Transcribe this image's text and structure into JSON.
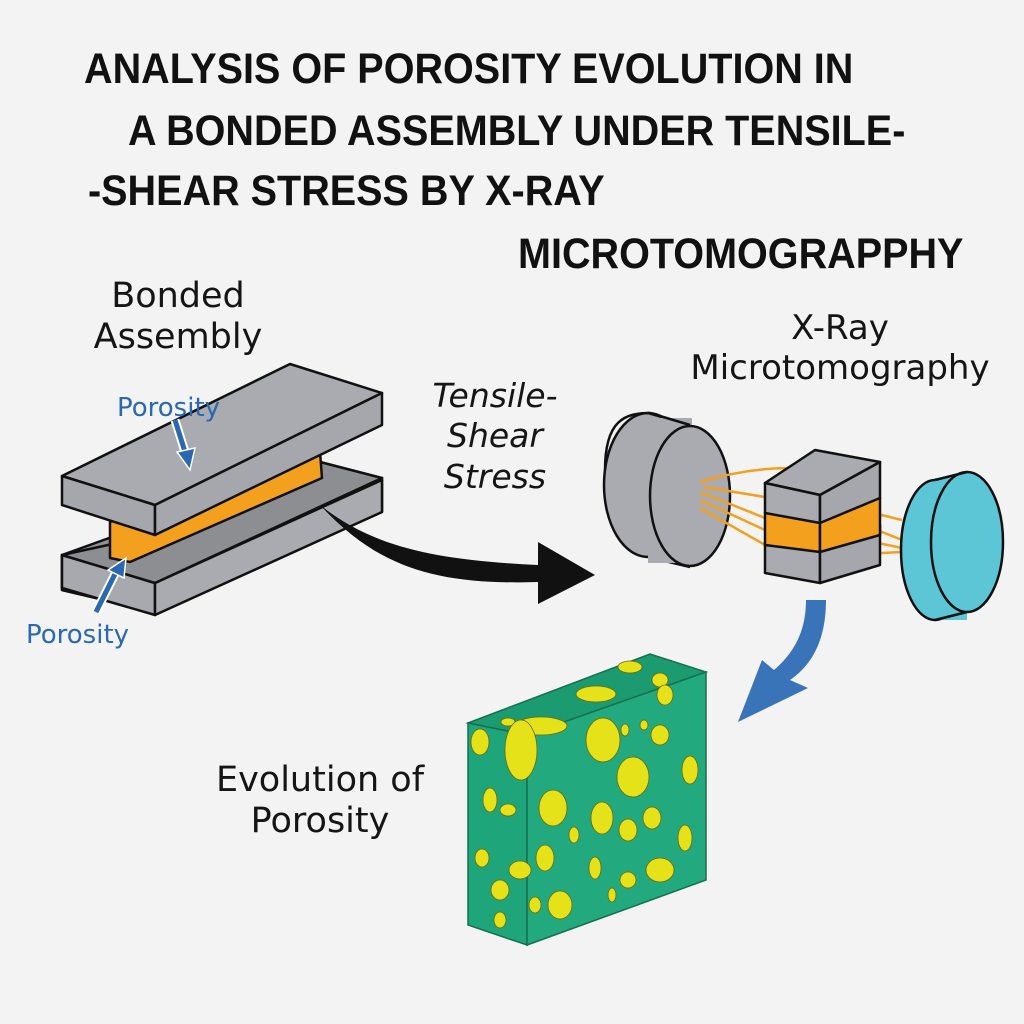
{
  "title": {
    "lines": [
      "ANALYSIS OF POROSITY EVOLUTION IN",
      "A BONDED ASSEMBLY UNDER TENSILE-",
      "-SHEAR STRESS BY X-RAY",
      "MICROTOMOGRAPPHY"
    ]
  },
  "labels": {
    "bonded_assembly": [
      "Bonded",
      "Assembly"
    ],
    "porosity_top": "Porosity",
    "porosity_bottom": "Porosity",
    "stress": [
      "Tensile-",
      "Shear",
      "Stress"
    ],
    "xray": [
      "X-Ray",
      "Microtomography"
    ],
    "evolution": [
      "Evolution of",
      "Porosity"
    ]
  },
  "colors": {
    "background": "#f3f3f3",
    "plate_gray": "#a9abb0",
    "plate_dark": "#8c8e92",
    "adhesive_orange": "#f3a01f",
    "detector_cyan": "#5cc5d6",
    "arrow_blue": "#3a74b8",
    "porosity_green": "#1ea57a",
    "pore_yellow": "#e6e21a"
  }
}
